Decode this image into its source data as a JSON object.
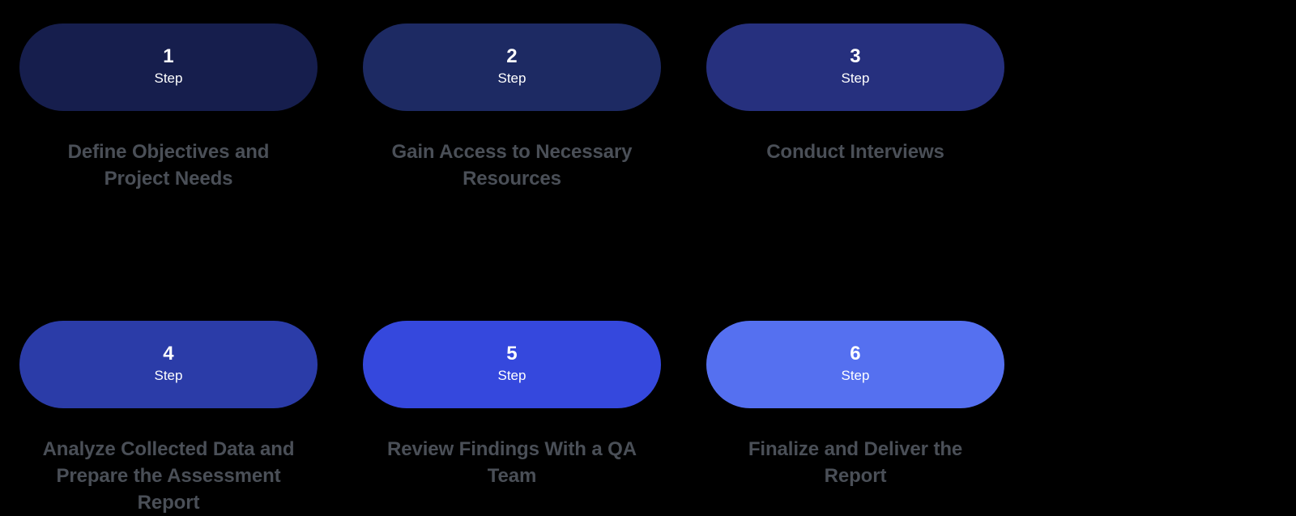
{
  "background_color": "#000000",
  "caption_color": "#4a4f57",
  "pill_text_color": "#ffffff",
  "diagram": {
    "columns_per_row": 3,
    "step_word": "Step",
    "steps": [
      {
        "number": "1",
        "step_word": "Step",
        "caption": "Define Objectives and\nProject Needs",
        "color": "#161e4d",
        "row": 1,
        "column": 1
      },
      {
        "number": "2",
        "step_word": "Step",
        "caption": "Gain Access to Necessary\nResources",
        "color": "#1d2a63",
        "row": 1,
        "column": 2
      },
      {
        "number": "3",
        "step_word": "Step",
        "caption": "Conduct Interviews",
        "color": "#26307e",
        "row": 1,
        "column": 3
      },
      {
        "number": "4",
        "step_word": "Step",
        "caption": "Analyze Collected Data and\nPrepare the Assessment\nReport",
        "color": "#2b3ca8",
        "row": 2,
        "column": 1
      },
      {
        "number": "5",
        "step_word": "Step",
        "caption": "Review Findings With a QA\nTeam",
        "color": "#3548dd",
        "row": 2,
        "column": 2
      },
      {
        "number": "6",
        "step_word": "Step",
        "caption": "Finalize and Deliver the\nReport",
        "color": "#5570f0",
        "row": 2,
        "column": 3
      }
    ]
  }
}
